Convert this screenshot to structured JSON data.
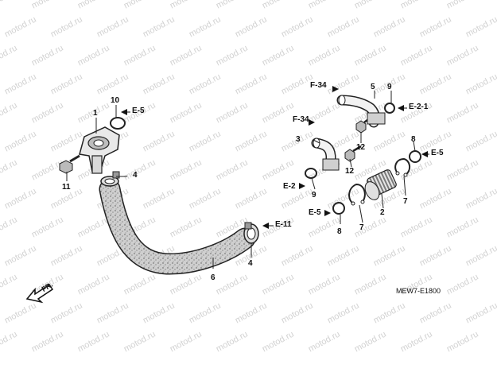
{
  "watermark_text": "motod.ru",
  "part_numbers": {
    "p1": "1",
    "p10": "10",
    "p11": "11",
    "p4a": "4",
    "p4b": "4",
    "p6": "6",
    "p3": "3",
    "p12a": "12",
    "p12b": "12",
    "p5": "5",
    "p9a": "9",
    "p9b": "9",
    "p8a": "8",
    "p8b": "8",
    "p7a": "7",
    "p7b": "7",
    "p2": "2"
  },
  "references": {
    "e5_top": "E-5",
    "e11": "E-11",
    "f34_a": "F-34",
    "f34_b": "F-34",
    "e21": "E-2-1",
    "e2": "E-2",
    "e5_right": "E-5",
    "e5_lower": "E-5"
  },
  "front_arrow": "FR.",
  "diagram_code": "MEW7-E1800"
}
